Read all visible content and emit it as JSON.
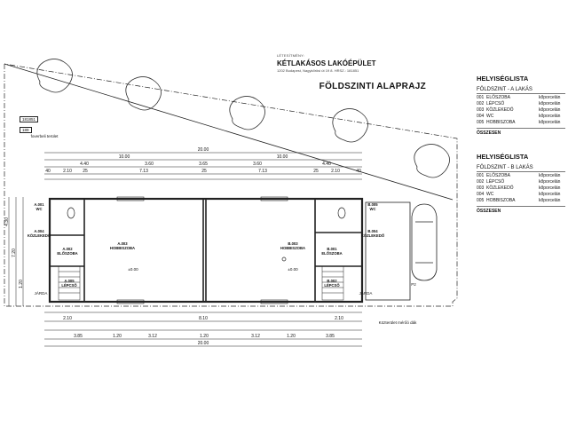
{
  "title_block": {
    "label": "LÉTESÍTMÉNY:",
    "project": "KÉTLAKÁSOS LAKÓÉPÜLET",
    "address": "1202 Budapest, Nagykőrösi út 19 8. HRSZ.: 181851",
    "plan_title": "FÖLDSZINTI ALAPRAJZ"
  },
  "site": {
    "lot_number": "181851",
    "lot_number_2": "189",
    "side_label": "foverbeli terület",
    "street_label": "Közterület mérőó dák"
  },
  "dimensions": {
    "top_total": "20.00",
    "top_halves": [
      "10.00",
      "10.00"
    ],
    "top_segments": [
      "4.40",
      "3.60",
      "3.65",
      "3.60",
      "4.40"
    ],
    "top_detail": [
      "40",
      "2.10",
      "25",
      "7.13",
      "25",
      "7.13",
      "25",
      "2.10",
      "40"
    ],
    "bottom_total": "20.00",
    "bottom_segments": [
      "3.85",
      "1.20",
      "3.12",
      "1.20",
      "3.12",
      "1.20",
      "3.85"
    ],
    "bottom_detail": [
      "2.10",
      "8.10",
      "2.10"
    ],
    "left_side": [
      "4.30",
      "7.20",
      "1.20"
    ]
  },
  "rooms": [
    {
      "code": "A.001",
      "name": "WC"
    },
    {
      "code": "A.004",
      "name": "KÖZLEKEDŐ"
    },
    {
      "code": "A.002",
      "name": "ELŐSZOBA"
    },
    {
      "code": "A.003",
      "name": "HOBBISZOBA"
    },
    {
      "code": "A.005",
      "name": "LÉPCSŐ"
    },
    {
      "code": "B.003",
      "name": "HOBBISZOBA"
    },
    {
      "code": "B.001",
      "name": "ELŐSZOBA"
    },
    {
      "code": "B.002",
      "name": "LÉPCSŐ"
    },
    {
      "code": "B.004",
      "name": "KÖZLEKEDŐ"
    },
    {
      "code": "B.005",
      "name": "WC"
    }
  ],
  "plan_labels": {
    "entrance": "JÁRDA",
    "parking": "P2",
    "level": "±0.00"
  },
  "legend_a": {
    "heading": "HELYISÉGLISTA",
    "subheading": "FÖLDSZINT - A LAKÁS",
    "items": [
      {
        "code": "001",
        "name": "ELŐSZOBA",
        "material": "kőporcelán"
      },
      {
        "code": "002",
        "name": "LÉPCSŐ",
        "material": "kőporcelán"
      },
      {
        "code": "003",
        "name": "KÖZLEKEDŐ",
        "material": "kőporcelán"
      },
      {
        "code": "004",
        "name": "WC",
        "material": "kőporcelán"
      },
      {
        "code": "005",
        "name": "HOBBISZOBA",
        "material": "kőporcelán"
      }
    ],
    "total": "ÖSSZESEN"
  },
  "legend_b": {
    "heading": "HELYISÉGLISTA",
    "subheading": "FÖLDSZINT - B LAKÁS",
    "items": [
      {
        "code": "001",
        "name": "ELŐSZOBA",
        "material": "kőporcelán"
      },
      {
        "code": "002",
        "name": "LÉPCSŐ",
        "material": "kőporcelán"
      },
      {
        "code": "003",
        "name": "KÖZLEKEDŐ",
        "material": "kőporcelán"
      },
      {
        "code": "004",
        "name": "WC",
        "material": "kőporcelán"
      },
      {
        "code": "005",
        "name": "HOBBISZOBA",
        "material": "kőporcelán"
      }
    ],
    "total": "ÖSSZESEN"
  }
}
